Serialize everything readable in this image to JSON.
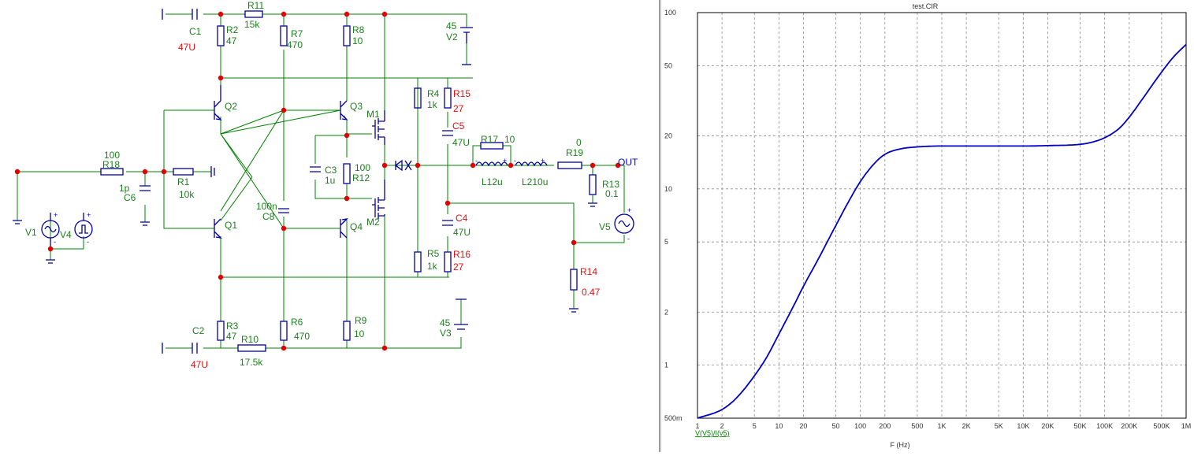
{
  "schematic": {
    "labels": [
      {
        "id": "c1",
        "text": "C1"
      },
      {
        "id": "c1v",
        "text": "47U"
      },
      {
        "id": "r11",
        "text": "R11"
      },
      {
        "id": "r11v",
        "text": "15k"
      },
      {
        "id": "r2",
        "text": "R2"
      },
      {
        "id": "r2v",
        "text": "47"
      },
      {
        "id": "r7",
        "text": "R7"
      },
      {
        "id": "r7v",
        "text": "470"
      },
      {
        "id": "r8",
        "text": "R8"
      },
      {
        "id": "r8v",
        "text": "10"
      },
      {
        "id": "v2v",
        "text": "45"
      },
      {
        "id": "v2",
        "text": "V2"
      },
      {
        "id": "q2",
        "text": "Q2"
      },
      {
        "id": "q3",
        "text": "Q3"
      },
      {
        "id": "m1",
        "text": "M1"
      },
      {
        "id": "r4",
        "text": "R4"
      },
      {
        "id": "r4v",
        "text": "1k"
      },
      {
        "id": "r15",
        "text": "R15"
      },
      {
        "id": "r15v",
        "text": "27"
      },
      {
        "id": "c5",
        "text": "C5"
      },
      {
        "id": "c5v",
        "text": "47U"
      },
      {
        "id": "r17",
        "text": "R17"
      },
      {
        "id": "r17v",
        "text": "10"
      },
      {
        "id": "r19v",
        "text": "0"
      },
      {
        "id": "r19",
        "text": "R19"
      },
      {
        "id": "out",
        "text": "OUT"
      },
      {
        "id": "r18v",
        "text": "100"
      },
      {
        "id": "r18",
        "text": "R18"
      },
      {
        "id": "r1",
        "text": "R1"
      },
      {
        "id": "r1v",
        "text": "10k"
      },
      {
        "id": "c6v",
        "text": "1p"
      },
      {
        "id": "c6",
        "text": "C6"
      },
      {
        "id": "c3",
        "text": "C3"
      },
      {
        "id": "c3v",
        "text": "1u"
      },
      {
        "id": "r12v",
        "text": "100"
      },
      {
        "id": "r12",
        "text": "R12"
      },
      {
        "id": "l1",
        "text": "L12u"
      },
      {
        "id": "l2",
        "text": "L210u"
      },
      {
        "id": "r13",
        "text": "R13"
      },
      {
        "id": "r13v",
        "text": "0.1"
      },
      {
        "id": "c8v",
        "text": "100n"
      },
      {
        "id": "c8",
        "text": "C8"
      },
      {
        "id": "q1",
        "text": "Q1"
      },
      {
        "id": "q4",
        "text": "Q4"
      },
      {
        "id": "m2",
        "text": "M2"
      },
      {
        "id": "v1",
        "text": "V1"
      },
      {
        "id": "v4",
        "text": "V4"
      },
      {
        "id": "v5",
        "text": "V5"
      },
      {
        "id": "c4",
        "text": "C4"
      },
      {
        "id": "c4v",
        "text": "47U"
      },
      {
        "id": "r5",
        "text": "R5"
      },
      {
        "id": "r5v",
        "text": "1k"
      },
      {
        "id": "r16",
        "text": "R16"
      },
      {
        "id": "r16v",
        "text": "27"
      },
      {
        "id": "r14",
        "text": "R14"
      },
      {
        "id": "r14v",
        "text": "0.47"
      },
      {
        "id": "r3",
        "text": "R3"
      },
      {
        "id": "r3v",
        "text": "47"
      },
      {
        "id": "r6",
        "text": "R6"
      },
      {
        "id": "r6v",
        "text": "470"
      },
      {
        "id": "r9",
        "text": "R9"
      },
      {
        "id": "r9v",
        "text": "10"
      },
      {
        "id": "v3v",
        "text": "45"
      },
      {
        "id": "v3",
        "text": "V3"
      },
      {
        "id": "c2",
        "text": "C2"
      },
      {
        "id": "c2v",
        "text": "47U"
      },
      {
        "id": "r10",
        "text": "R10"
      },
      {
        "id": "r10v",
        "text": "17.5k"
      }
    ]
  },
  "plot": {
    "title": "test.CIR",
    "trace_label": "V(V5)/I(v5)",
    "xlabel": "F (Hz)",
    "colors": {
      "trace": "#0000c0",
      "grid": "#8c8c8c",
      "frame": "#000000",
      "trace_label": "#008000"
    }
  },
  "chart_data": {
    "type": "line",
    "title": "test.CIR",
    "xlabel": "F (Hz)",
    "ylabel": "V(V5)/I(v5)",
    "xscale": "log",
    "yscale": "log",
    "xlim": [
      1,
      1000000
    ],
    "ylim": [
      0.5,
      100
    ],
    "xticks": [
      1,
      2,
      5,
      10,
      20,
      50,
      100,
      200,
      500,
      1000,
      2000,
      5000,
      10000,
      20000,
      50000,
      100000,
      200000,
      500000,
      1000000
    ],
    "xtick_labels": [
      "1",
      "2",
      "5",
      "10",
      "20",
      "50",
      "100",
      "200",
      "500",
      "1K",
      "2K",
      "5K",
      "10K",
      "20K",
      "50K",
      "100K",
      "200K",
      "500K",
      "1M"
    ],
    "yticks": [
      0.5,
      1,
      2,
      5,
      10,
      20,
      50,
      100
    ],
    "ytick_labels": [
      "500m",
      "1",
      "2",
      "5",
      "10",
      "20",
      "50",
      "100"
    ],
    "grid": true,
    "series": [
      {
        "name": "V(V5)/I(v5)",
        "x": [
          1,
          2,
          3,
          5,
          7,
          10,
          15,
          20,
          30,
          50,
          70,
          100,
          150,
          200,
          300,
          500,
          1000,
          2000,
          5000,
          10000,
          20000,
          50000,
          70000,
          100000,
          150000,
          200000,
          300000,
          500000,
          700000,
          1000000
        ],
        "y": [
          0.5,
          0.56,
          0.65,
          0.87,
          1.1,
          1.5,
          2.15,
          2.8,
          3.95,
          6.2,
          8.3,
          11.0,
          14.0,
          15.7,
          16.8,
          17.3,
          17.5,
          17.5,
          17.5,
          17.5,
          17.6,
          17.9,
          18.4,
          19.5,
          22.0,
          25.5,
          33.0,
          46.0,
          56.0,
          66.0
        ]
      }
    ]
  }
}
